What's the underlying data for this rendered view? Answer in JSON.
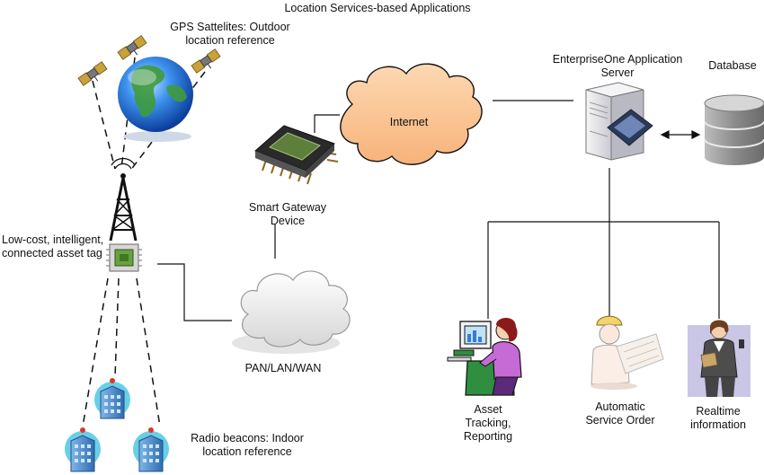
{
  "title": "Location Services-based Applications",
  "labels": {
    "gps": [
      "GPS Sattelites: Outdoor",
      "location reference"
    ],
    "asset_tag": [
      "Low-cost, intelligent,",
      "connected asset tag"
    ],
    "gateway": [
      "Smart Gateway",
      "Device"
    ],
    "internet": "Internet",
    "network": "PAN/LAN/WAN",
    "app_server": [
      "EnterpriseOne Application",
      "Server"
    ],
    "database": "Database",
    "asset_tracking": [
      "Asset",
      "Tracking,",
      "Reporting"
    ],
    "service_order": [
      "Automatic",
      "Service Order"
    ],
    "realtime": [
      "Realtime",
      "information"
    ],
    "beacons": [
      "Radio beacons: Indoor",
      "location reference"
    ]
  },
  "colors": {
    "cloud_internet": "#fbc796",
    "cloud_network": "#f2f2f2",
    "globe_ocean": "#2e7fe0",
    "globe_land": "#3f9a3c",
    "server_body": "#e6e6ea",
    "database_body": "#9a9a9a",
    "tag_chip": "#6aa040",
    "building": "#4a8fd0",
    "beacon_halo": "#69cfe6"
  }
}
